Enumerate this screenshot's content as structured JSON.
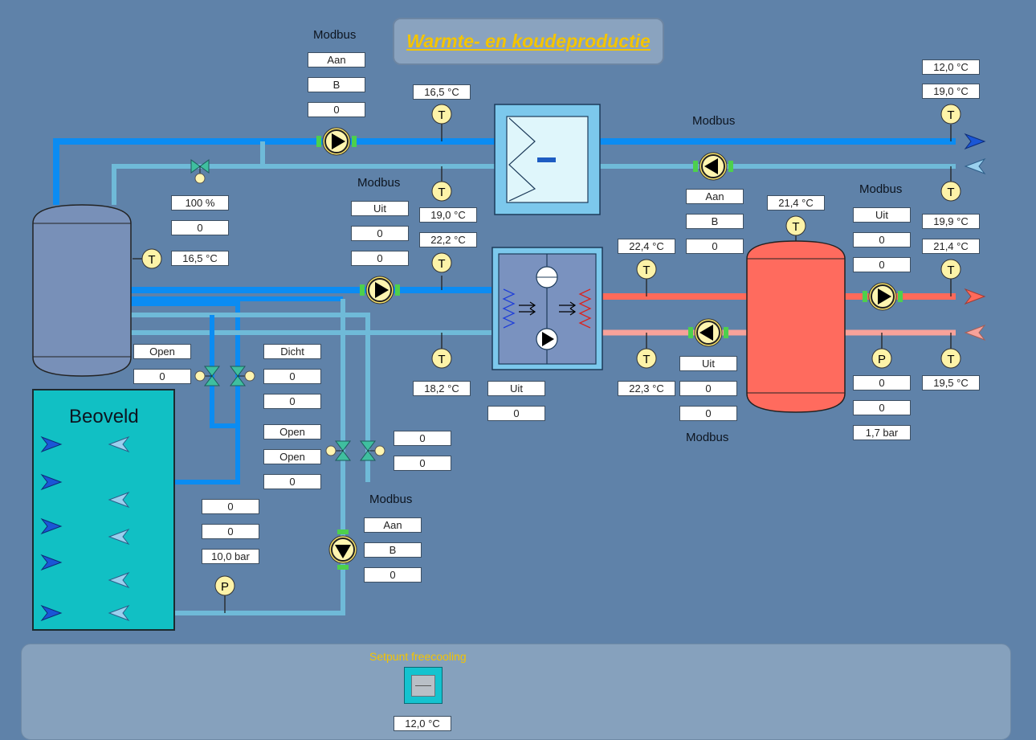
{
  "title": "Warmte- en koudeproductie",
  "beoveld_label": "Beoveld",
  "pumps": {
    "source_pump": {
      "label": "Modbus",
      "values": [
        "Aan",
        "B",
        "0"
      ]
    },
    "hx_pump": {
      "label": "Modbus",
      "values": [
        "Uit",
        "0",
        "0"
      ]
    },
    "return_pump_cold": {
      "label": "Modbus",
      "values": [
        "Aan",
        "B",
        "0"
      ]
    },
    "well_pump": {
      "label": "Modbus",
      "values": [
        "Aan",
        "B",
        "0"
      ]
    },
    "hot_supply_pump": {
      "label": "Modbus",
      "values": [
        "Uit",
        "0",
        "0"
      ]
    },
    "hot_return_pump": {
      "label": "Modbus",
      "values": [
        "Uit",
        "0",
        "0"
      ]
    }
  },
  "valves": {
    "top_valve": [
      "100 %",
      "0"
    ],
    "left_valve": [
      "Open",
      "0"
    ],
    "right_valve": [
      "Dicht",
      "0",
      "0"
    ],
    "mid_valve_left": [
      "Open",
      "Open",
      "0"
    ],
    "mid_valve_right": [
      "0",
      "0"
    ]
  },
  "sensors": {
    "buffer_temp": "16,5 °C",
    "top_supply_temp": "16,5 °C",
    "cold_supply_out_temp": "12,0 °C",
    "cold_return_in_temp": "19,0 °C",
    "hx_return_top": "19,0 °C",
    "hx_supply_mid": "22,2 °C",
    "hx_return_bottom": "18,2 °C",
    "heatpump_state": [
      "Uit",
      "0"
    ],
    "hot_in_top": "22,4 °C",
    "hot_in_bottom": "22,3 °C",
    "vessel_temp": "21,4 °C",
    "hot_supply_top": "19,9 °C",
    "hot_supply_out": "21,4 °C",
    "hot_return_out": "19,5 °C",
    "vessel_pressure": [
      "0",
      "0",
      "1,7 bar"
    ],
    "well_pressure": [
      "0",
      "0",
      "10,0 bar"
    ]
  },
  "setpoint": {
    "label": "Setpunt freecooling",
    "value": "12,0 °C"
  },
  "sensor_letters": {
    "temp": "T",
    "pressure": "P"
  },
  "colors": {
    "background": "#5f82a9",
    "pipe_blue": "#0b8cf2",
    "pipe_lightblue": "#6fbad8",
    "pipe_red": "#ff6a5a",
    "pipe_pink": "#f7a29a",
    "title_text": "#f4c400",
    "beoveld": "#11c0c4",
    "tank_red": "#ff6b5e",
    "tank_blue": "#7890b8"
  }
}
